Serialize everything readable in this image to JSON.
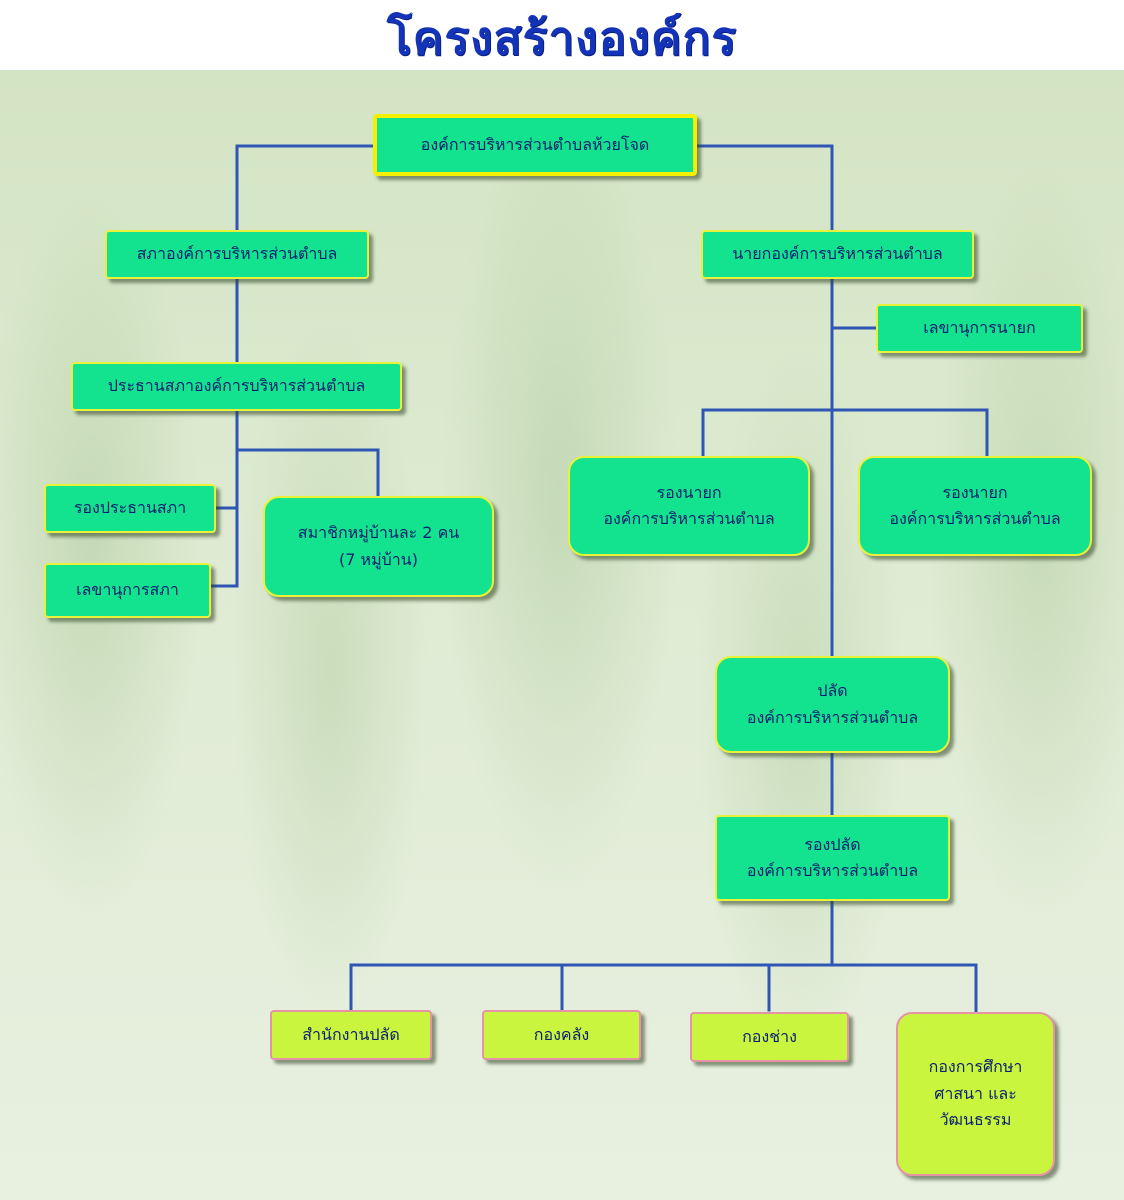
{
  "title": "โครงสร้างองค์กร",
  "nodes": {
    "root": "องค์การบริหารส่วนตำบลห้วยโจด",
    "council": "สภาองค์การบริหารส่วนตำบล",
    "council_president": "ประธานสภาองค์การบริหารส่วนตำบล",
    "council_vice_president": "รองประธานสภา",
    "council_secretary": "เลขานุการสภา",
    "village_members": {
      "line1": "สมาชิกหมู่บ้านละ 2 คน",
      "line2": "(7 หมู่บ้าน)"
    },
    "mayor": "นายกองค์การบริหารส่วนตำบล",
    "mayor_secretary": "เลขานุการนายก",
    "deputy_mayor_1": {
      "line1": "รองนายก",
      "line2": "องค์การบริหารส่วนตำบล"
    },
    "deputy_mayor_2": {
      "line1": "รองนายก",
      "line2": "องค์การบริหารส่วนตำบล"
    },
    "chief_administrator": {
      "line1": "ปลัด",
      "line2": "องค์การบริหารส่วนตำบล"
    },
    "deputy_chief_administrator": {
      "line1": "รองปลัด",
      "line2": "องค์การบริหารส่วนตำบล"
    },
    "office_of_chief": "สำนักงานปลัด",
    "finance_division": "กองคลัง",
    "engineering_division": "กองช่าง",
    "education_division": {
      "line1": "กองการศึกษา",
      "line2": "ศาสนา และ",
      "line3": "วัฒนธรรม"
    }
  },
  "colors": {
    "title": "#1333b8",
    "box_green": "#13e38e",
    "box_lime": "#c9f53f",
    "connector": "#2f55b5",
    "text": "#0c1f72"
  }
}
